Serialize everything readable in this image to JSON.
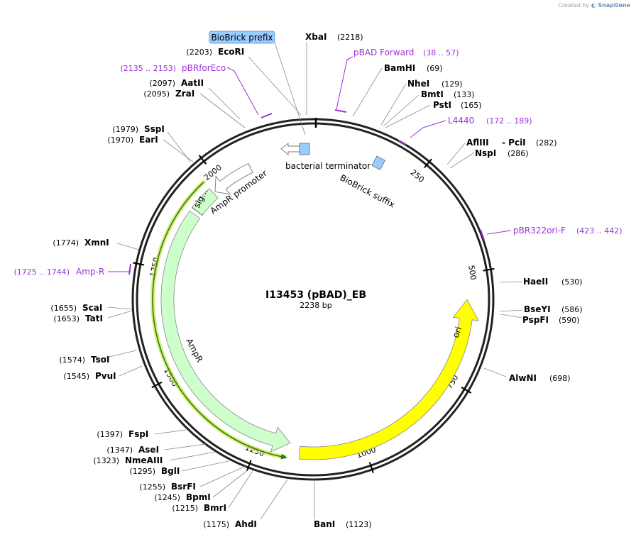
{
  "credit": {
    "prefix": "Created by",
    "brand": "SnapGene"
  },
  "plasmid": {
    "name": "I13453 (pBAD)_EB",
    "length_label": "2238 bp",
    "length": 2238
  },
  "ticks": [
    {
      "bp": 250,
      "label": "250"
    },
    {
      "bp": 500,
      "label": "500"
    },
    {
      "bp": 750,
      "label": "750"
    },
    {
      "bp": 1000,
      "label": "1000"
    },
    {
      "bp": 1250,
      "label": "1250"
    },
    {
      "bp": 1500,
      "label": "1500"
    },
    {
      "bp": 1750,
      "label": "1750"
    },
    {
      "bp": 2000,
      "label": "2000"
    }
  ],
  "features": [
    {
      "name": "ori",
      "type": "rep_origin",
      "color": "#ffff00",
      "start": 560,
      "end": 1150,
      "direction": "reverse"
    },
    {
      "name": "AmpR",
      "type": "CDS",
      "color": "#ccffcc",
      "start": 1175,
      "end": 1970,
      "direction": "reverse"
    },
    {
      "name": "sig...",
      "type": "sig_peptide",
      "color": "#ccffcc",
      "start": 1910,
      "end": 1970
    },
    {
      "name": "AmpR promoter",
      "type": "promoter",
      "color": "#ffffff",
      "start": 1975,
      "end": 2080,
      "direction": "reverse"
    },
    {
      "name": "bacterial terminator",
      "type": "terminator",
      "color": "#99ccff",
      "bp": 2210
    },
    {
      "name": "BioBrick suffix",
      "type": "misc",
      "color": "#99ccff",
      "bp": 160
    },
    {
      "name": "BioBrick prefix",
      "type": "misc",
      "color": "#99ccff"
    }
  ],
  "sites": [
    {
      "name": "XbaI",
      "pos": "(2218)"
    },
    {
      "name": "EcoRI",
      "pos": "(2203)"
    },
    {
      "name": "AatII",
      "pos": "(2097)"
    },
    {
      "name": "ZraI",
      "pos": "(2095)"
    },
    {
      "name": "SspI",
      "pos": "(1979)"
    },
    {
      "name": "EarI",
      "pos": "(1970)"
    },
    {
      "name": "XmnI",
      "pos": "(1774)"
    },
    {
      "name": "ScaI",
      "pos": "(1655)"
    },
    {
      "name": "TatI",
      "pos": "(1653)"
    },
    {
      "name": "TsoI",
      "pos": "(1574)"
    },
    {
      "name": "PvuI",
      "pos": "(1545)"
    },
    {
      "name": "FspI",
      "pos": "(1397)"
    },
    {
      "name": "AseI",
      "pos": "(1347)"
    },
    {
      "name": "NmeAIII",
      "pos": "(1323)"
    },
    {
      "name": "BglI",
      "pos": "(1295)"
    },
    {
      "name": "BsrFI",
      "pos": "(1255)"
    },
    {
      "name": "BpmI",
      "pos": "(1245)"
    },
    {
      "name": "BmrI",
      "pos": "(1215)"
    },
    {
      "name": "AhdI",
      "pos": "(1175)"
    },
    {
      "name": "BanI",
      "pos": "(1123)"
    },
    {
      "name": "AlwNI",
      "pos": "(698)"
    },
    {
      "name": "PspFI",
      "pos": "(590)"
    },
    {
      "name": "BseYI",
      "pos": "(586)"
    },
    {
      "name": "HaeII",
      "pos": "(530)"
    },
    {
      "name": "NspI",
      "pos": "(286)"
    },
    {
      "name": "AflIII",
      "sep": "- PciI",
      "pos": "(282)"
    },
    {
      "name": "PstI",
      "pos": "(165)"
    },
    {
      "name": "BmtI",
      "pos": "(133)"
    },
    {
      "name": "NheI",
      "pos": "(129)"
    },
    {
      "name": "BamHI",
      "pos": "(69)"
    }
  ],
  "primers": [
    {
      "name": "pBAD Forward",
      "range": "(38 .. 57)"
    },
    {
      "name": "L4440",
      "range": "(172 .. 189)"
    },
    {
      "name": "pBR322ori-F",
      "range": "(423 .. 442)"
    },
    {
      "name": "Amp-R",
      "range": "(1725 .. 1744)"
    },
    {
      "name": "pBRforEco",
      "range": "(2135 .. 2153)"
    }
  ]
}
